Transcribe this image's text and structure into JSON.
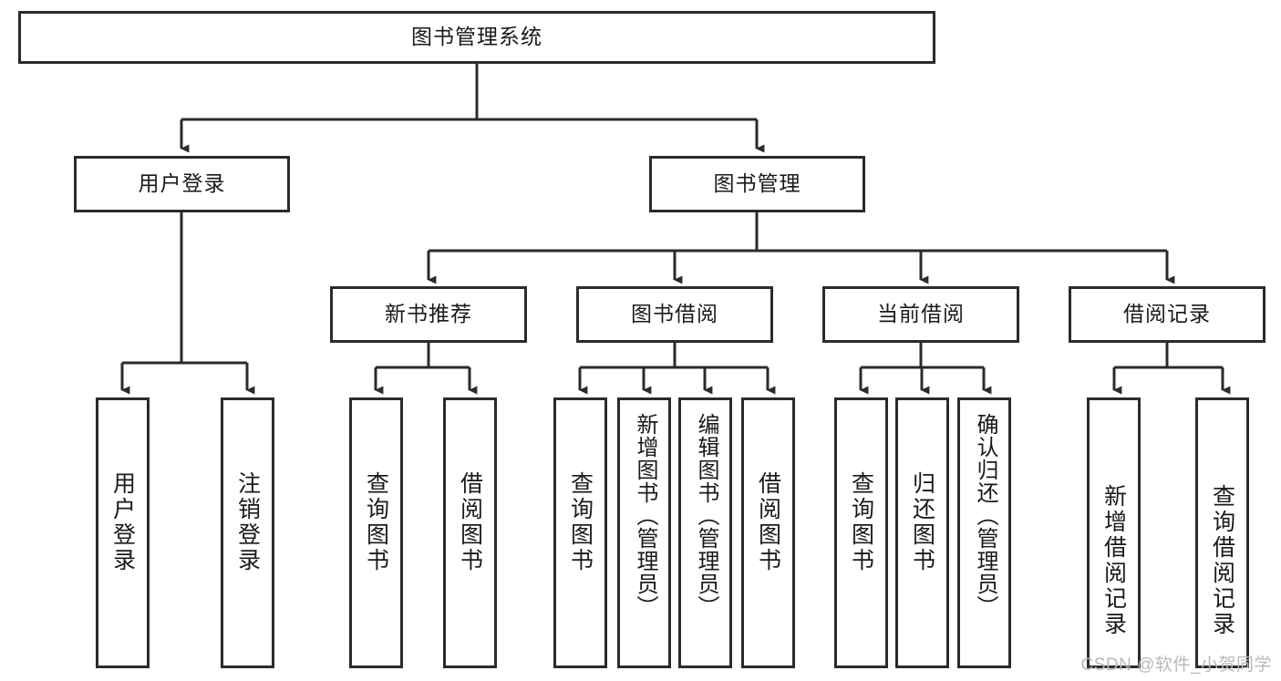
{
  "diagram": {
    "title": "图书管理系统",
    "type": "tree-hierarchy-chart",
    "root": {
      "label": "图书管理系统"
    },
    "level1": [
      {
        "label": "用户登录"
      },
      {
        "label": "图书管理"
      }
    ],
    "level2": [
      {
        "label": "新书推荐"
      },
      {
        "label": "图书借阅"
      },
      {
        "label": "当前借阅"
      },
      {
        "label": "借阅记录"
      }
    ],
    "leaves": {
      "user_login": [
        {
          "label": "用户登录"
        },
        {
          "label": "注销登录"
        }
      ],
      "new_book_recommend": [
        {
          "label": "查询图书"
        },
        {
          "label": "借阅图书"
        }
      ],
      "book_borrow": [
        {
          "label": "查询图书"
        },
        {
          "label": "新增图书（管理员）"
        },
        {
          "label": "编辑图书（管理员）"
        },
        {
          "label": "借阅图书"
        }
      ],
      "current_borrow": [
        {
          "label": "查询图书"
        },
        {
          "label": "归还图书"
        },
        {
          "label": "确认归还（管理员）"
        }
      ],
      "borrow_record": [
        {
          "label": "新增借阅记录"
        },
        {
          "label": "查询借阅记录"
        }
      ]
    }
  },
  "watermark": {
    "text": "CSDN @软件_小贺同学"
  },
  "colors": {
    "border": "#2b2b2b",
    "background": "#ffffff",
    "text": "#1a1a1a",
    "watermark": "#b9b9b9"
  }
}
